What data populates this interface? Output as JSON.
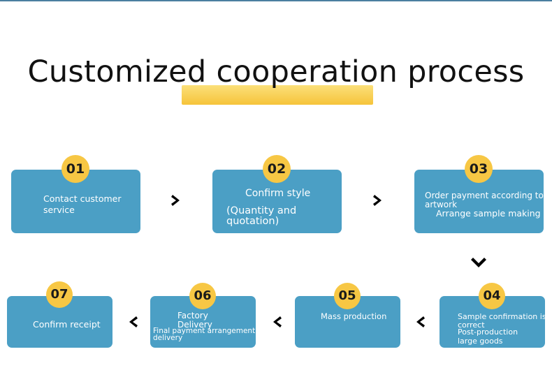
{
  "title": "Customized cooperation process",
  "steps": [
    {
      "num": "01",
      "lines": [
        "Contact customer",
        "service"
      ]
    },
    {
      "num": "02",
      "lines": [
        "Confirm style",
        "(Quantity and",
        "quotation)"
      ]
    },
    {
      "num": "03",
      "lines": [
        "Order payment according to",
        "artwork",
        "Arrange sample making"
      ]
    },
    {
      "num": "04",
      "lines": [
        "Sample confirmation is",
        "correct",
        "Post-production",
        "large goods"
      ]
    },
    {
      "num": "05",
      "lines": [
        "Mass production"
      ]
    },
    {
      "num": "06",
      "lines": [
        "Factory",
        "Delivery",
        "Final payment arrangement",
        "delivery"
      ]
    },
    {
      "num": "07",
      "lines": [
        "Confirm receipt"
      ]
    }
  ],
  "arrows": [
    {
      "icon": "chevron-right-icon"
    },
    {
      "icon": "chevron-right-icon"
    },
    {
      "icon": "chevron-down-icon"
    },
    {
      "icon": "chevron-left-icon"
    },
    {
      "icon": "chevron-left-icon"
    },
    {
      "icon": "chevron-left-icon"
    }
  ],
  "colors": {
    "box": "#4b9fc5",
    "badge": "#f7c744",
    "highlight": "#f6c43a"
  }
}
